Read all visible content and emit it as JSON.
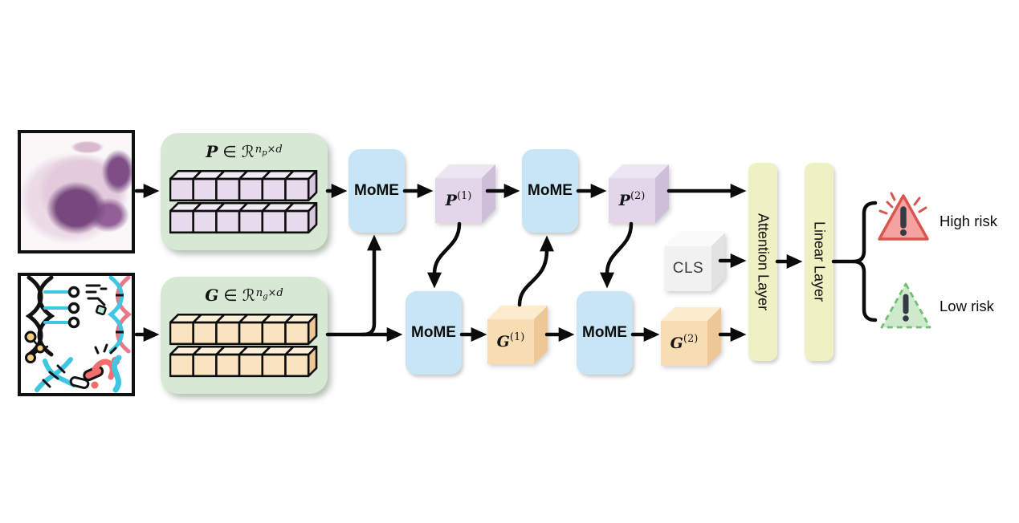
{
  "colors": {
    "green_panel": "#d7e8d4",
    "mome_blue": "#c7e5f4",
    "tok_purple_front": "#e7dbed",
    "tok_purple_top": "#f2ebf5",
    "tok_purple_side": "#d6c6e0",
    "tok_orange_front": "#fae3c0",
    "tok_orange_top": "#fdf0d8",
    "tok_orange_side": "#efc795",
    "cube_purple_front": "#e3d6e9",
    "cube_purple_top": "#eee5f2",
    "cube_purple_side": "#cfbeda",
    "cube_orange_front": "#f8dcb2",
    "cube_orange_top": "#fbeccd",
    "cube_orange_side": "#edc795",
    "cube_gray_front": "#f1f1f1",
    "cube_gray_top": "#fafafa",
    "cube_gray_side": "#e2e2e2",
    "layer_yellow": "#eff1c3",
    "arrow_black": "#0b0b0b",
    "high_risk_fill": "#f4a3a0",
    "high_risk_border": "#da5450",
    "low_risk_fill": "#cfe9cd",
    "low_risk_border": "#70bf74",
    "exclaim_dark": "#343b47"
  },
  "icons": {
    "pathology_input": "histopathology-slide-image",
    "genomics_input": "genomics-dna-illustration",
    "high_risk": "alert-triangle-icon",
    "low_risk": "alert-triangle-icon"
  },
  "pathology_matrix": {
    "var": "P",
    "elem": "∈",
    "space": "ℛ",
    "sup_var": "n",
    "sup_sub": "p",
    "sup_tail": "×d"
  },
  "genomics_matrix": {
    "var": "G",
    "elem": "∈",
    "space": "ℛ",
    "sup_var": "n",
    "sup_sub": "g",
    "sup_tail": "×d"
  },
  "blocks": {
    "mome_label": "MoME",
    "attention_label": "Attention Layer",
    "linear_label": "Linear Layer",
    "cls_label": "CLS"
  },
  "tokens": {
    "p1": {
      "var": "P",
      "sup": "(1)"
    },
    "p2": {
      "var": "P",
      "sup": "(2)"
    },
    "g1": {
      "var": "G",
      "sup": "(1)"
    },
    "g2": {
      "var": "G",
      "sup": "(2)"
    }
  },
  "outputs": {
    "high_risk_label": "High risk",
    "low_risk_label": "Low risk"
  }
}
